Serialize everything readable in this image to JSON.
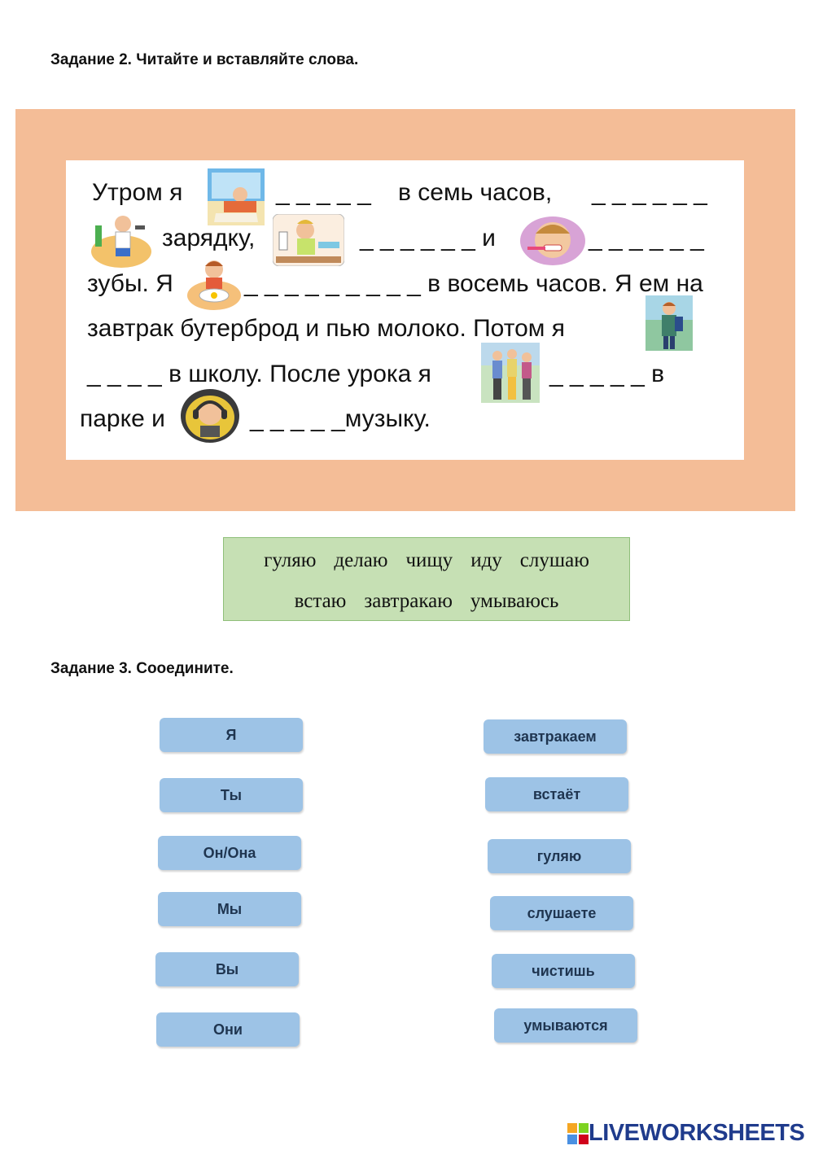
{
  "task2": {
    "heading": "Задание 2. Читайте и вставляйте слова.",
    "lines": [
      {
        "a": "Утром я",
        "b": "_ _ _ _ _",
        "c": "в семь часов,",
        "d": "_ _ _ _ _ _"
      },
      {
        "a": "зарядку,",
        "b": "_ _ _ _ _ _ и",
        "c": "_ _ _ _ _ _"
      },
      {
        "a": "зубы. Я",
        "b": "_ _ _ _ _ _ _ _ _ в восемь часов. Я ем на"
      },
      {
        "a": "завтрак  бутерброд и пью молоко. Потом я"
      },
      {
        "a": "_ _ _ _ в школу. После урока я",
        "b": "_ _ _ _ _ в"
      },
      {
        "a": "парке и",
        "b": "_ _ _ _ _музыку."
      }
    ],
    "images": [
      "waking-up-illustration",
      "exercise-illustration",
      "washing-illustration",
      "brushing-teeth-illustration",
      "breakfast-illustration",
      "boy-backpack-illustration",
      "walking-friends-illustration",
      "listening-music-illustration"
    ]
  },
  "wordbank": {
    "row1": [
      "гуляю",
      "делаю",
      "чищу",
      "иду",
      "слушаю"
    ],
    "row2": [
      "встаю",
      "завтракаю",
      "умываюсь"
    ]
  },
  "task3": {
    "heading": "Задание 3. Сооедините.",
    "left": [
      "Я",
      "Ты",
      "Он/Она",
      "Мы",
      "Вы",
      "Они"
    ],
    "right": [
      "завтракаем",
      "встаёт",
      "гуляю",
      "слушаете",
      "чистишь",
      "умываются"
    ]
  },
  "branding": {
    "logo_text": "LIVEWORKSHEETS"
  },
  "colors": {
    "frame": "#f4bd97",
    "wordbank": "#c6e0b4",
    "cards": "#9dc3e6",
    "logo": "#1f3b8c"
  }
}
